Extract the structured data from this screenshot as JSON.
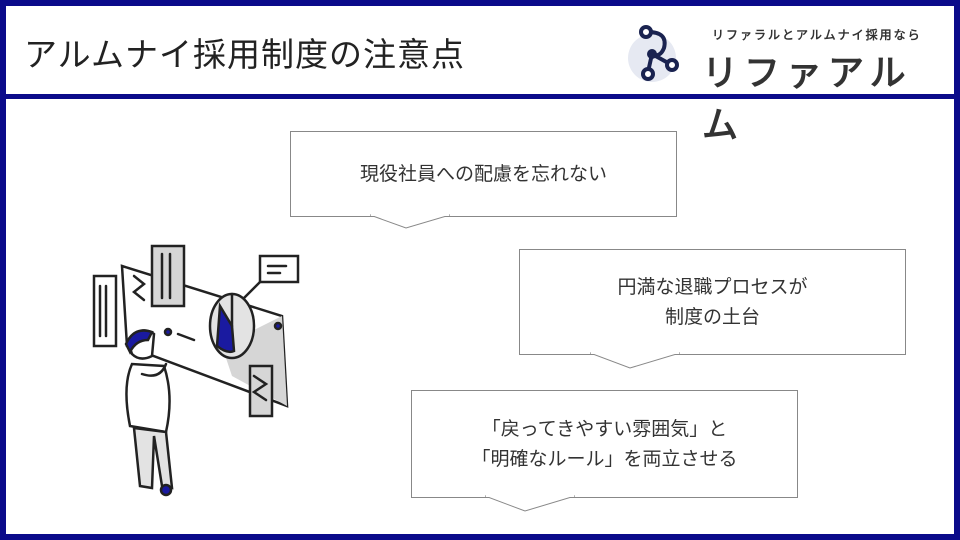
{
  "header": {
    "title": "アルムナイ採用制度の注意点"
  },
  "logo": {
    "tagline": "リファラルとアルムナイ採用なら",
    "name": "リファアルム"
  },
  "callouts": [
    {
      "lines": [
        "現役社員への配慮を忘れない"
      ]
    },
    {
      "lines": [
        "円満な退職プロセスが",
        "制度の土台"
      ]
    },
    {
      "lines": [
        "「戻ってきやすい雰囲気」と",
        "「明確なルール」を両立させる"
      ]
    }
  ],
  "colors": {
    "accent": "#0b0b8a",
    "text": "#333333"
  }
}
